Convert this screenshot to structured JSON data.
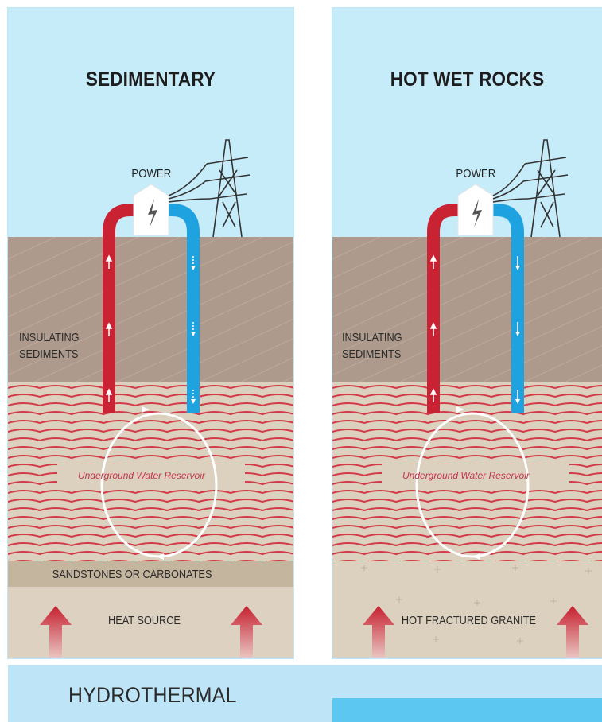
{
  "panels": [
    {
      "title": "SEDIMENTARY",
      "power_label": "POWER",
      "upper_layer_label": [
        "INSULATING",
        "SEDIMENTS"
      ],
      "reservoir_label": "Underground Water Reservoir",
      "lower_layer_label": "SANDSTONES OR CARBONATES",
      "bottom_label": "HEAT SOURCE"
    },
    {
      "title": "HOT WET ROCKS",
      "power_label": "POWER",
      "upper_layer_label": [
        "INSULATING",
        "SEDIMENTS"
      ],
      "reservoir_label": "Underground Water Reservoir",
      "bottom_label": "HOT FRACTURED GRANITE"
    }
  ],
  "footer": {
    "label": "HYDROTHERMAL"
  },
  "colors": {
    "sky": "#c6ebf9",
    "sediment": "#ad9a8d",
    "rock_light": "#dcd0be",
    "hot_water": "#c92233",
    "cold_water": "#1fa3e0",
    "wave_lines": "#d23a48",
    "footer_band": "#bde5f7",
    "footer_accent": "#5cc8f1"
  },
  "icons": [
    "power-station-icon",
    "lightning-bolt-icon",
    "pylon-icon",
    "heat-arrow-icon",
    "flow-arrow-icon"
  ]
}
